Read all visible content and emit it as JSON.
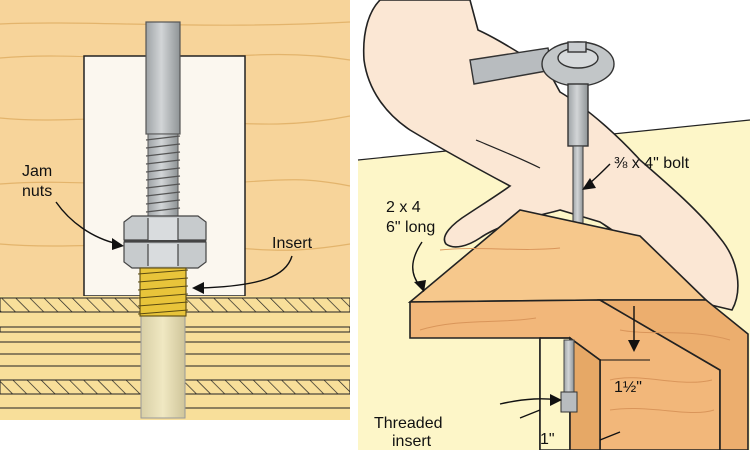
{
  "left_panel": {
    "labels": {
      "jam_nuts_line1": "Jam",
      "jam_nuts_line2": "nuts",
      "insert": "Insert"
    }
  },
  "right_panel": {
    "labels": {
      "bolt": "⅜ x 4\" bolt",
      "block_line1": "2 x 4",
      "block_line2": "6\" long",
      "threaded_line1": "Threaded",
      "threaded_line2": "insert",
      "slot_width": "1\"",
      "slot_depth": "1½\""
    }
  },
  "colors": {
    "wood_light": "#f7d49a",
    "wood_grain": "#e3b46c",
    "ply_stripe": "#f8df9a",
    "steel": "#b8bcbf",
    "brass": "#e8c43a",
    "background_right": "#fdf6c8",
    "skin": "#fbe7d4",
    "block": "#f2b77a"
  }
}
